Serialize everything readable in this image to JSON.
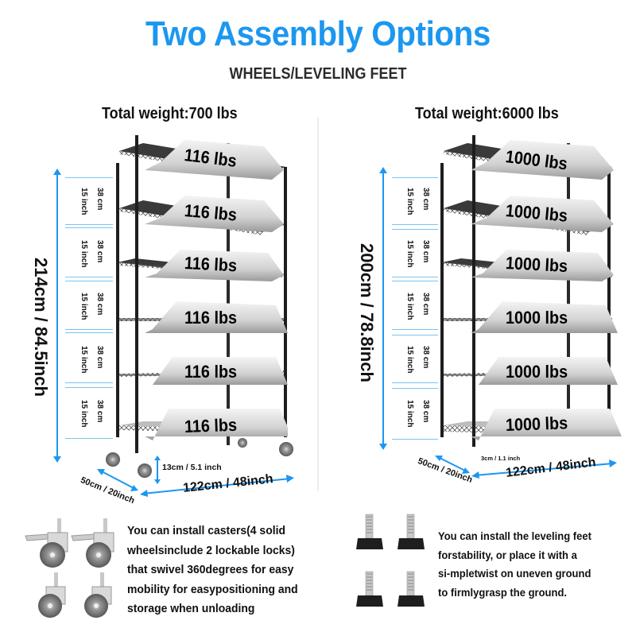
{
  "header": {
    "title": "Two Assembly Options",
    "subtitle": "WHEELS/LEVELING FEET",
    "accent_color": "#1c97f0"
  },
  "left_panel": {
    "total_weight": "Total weight:700 lbs",
    "shelf_loads": [
      "116 lbs",
      "116 lbs",
      "116 lbs",
      "116 lbs",
      "116 lbs",
      "116 lbs"
    ],
    "height_label": "214cm / 84.5inch",
    "spacing_labels": [
      {
        "cm": "38 cm",
        "inch": "15 inch"
      },
      {
        "cm": "38 cm",
        "inch": "15 inch"
      },
      {
        "cm": "38 cm",
        "inch": "15 inch"
      },
      {
        "cm": "38 cm",
        "inch": "15 inch"
      },
      {
        "cm": "38 cm",
        "inch": "15 inch"
      }
    ],
    "ground_clearance": "13cm / 5.1 inch",
    "depth_label": "50cm / 20inch",
    "width_label": "122cm / 48inch",
    "option_icon": "caster-wheels-icon",
    "description_lines": [
      "You can install casters(4 solid",
      "wheelsinclude 2 lockable locks)",
      "that swivel 360degrees for easy",
      "mobility for easypositioning and",
      "storage when unloading"
    ]
  },
  "right_panel": {
    "total_weight": "Total weight:6000 lbs",
    "shelf_loads": [
      "1000 lbs",
      "1000 lbs",
      "1000 lbs",
      "1000 lbs",
      "1000 lbs",
      "1000 lbs"
    ],
    "height_label": "200cm / 78.8inch",
    "spacing_labels": [
      {
        "cm": "38 cm",
        "inch": "15 inch"
      },
      {
        "cm": "38 cm",
        "inch": "15 inch"
      },
      {
        "cm": "38 cm",
        "inch": "15 inch"
      },
      {
        "cm": "38 cm",
        "inch": "15 inch"
      },
      {
        "cm": "38 cm",
        "inch": "15 inch"
      }
    ],
    "ground_clearance": "3cm / 1.1 inch",
    "depth_label": "50cm / 20inch",
    "width_label": "122cm / 48inch",
    "option_icon": "leveling-feet-icon",
    "description_lines": [
      "You can install the leveling feet",
      "forstability, or place it with a",
      "si-mpletwist on uneven ground",
      "to firmlygrasp the ground."
    ]
  }
}
